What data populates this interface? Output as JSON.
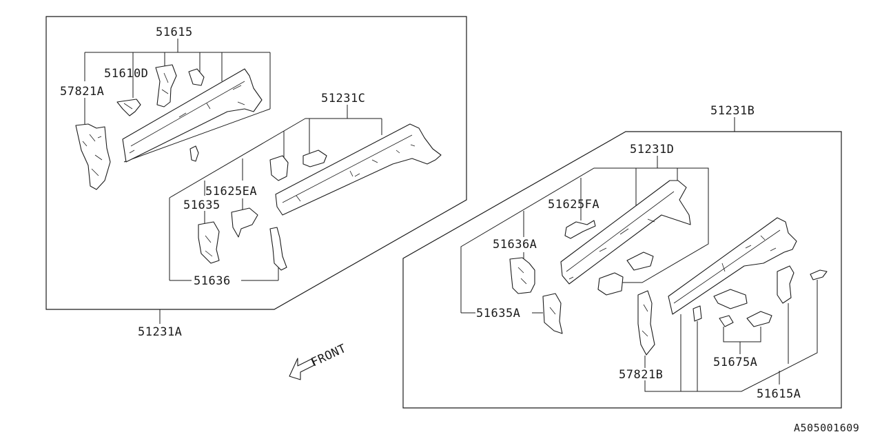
{
  "labels": {
    "p51615": "51615",
    "p51610D": "51610D",
    "p57821A": "57821A",
    "p51231C": "51231C",
    "p51625EA": "51625EA",
    "p51635": "51635",
    "p51636": "51636",
    "p51231A": "51231A",
    "p51231B": "51231B",
    "p51231D": "51231D",
    "p51625FA": "51625FA",
    "p51636A": "51636A",
    "p51635A": "51635A",
    "p57821B": "57821B",
    "p51675A": "51675A",
    "p51615A": "51615A",
    "front": "FRONT",
    "diagram_code": "A505001609"
  }
}
